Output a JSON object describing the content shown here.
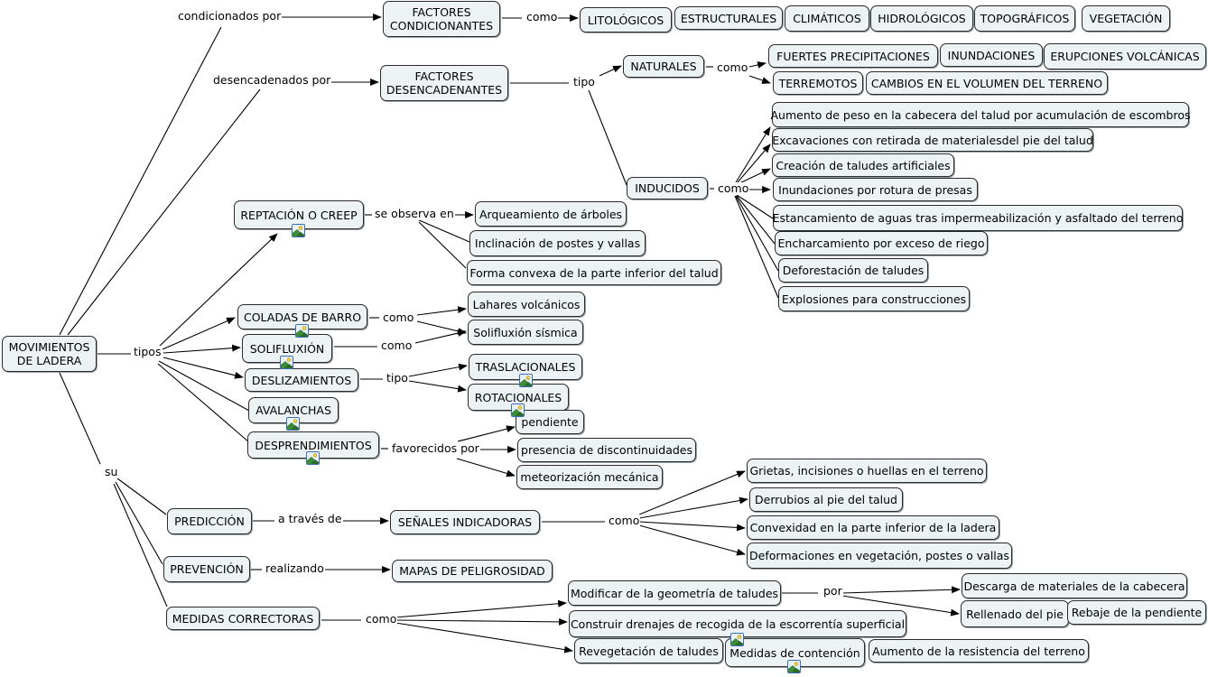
{
  "map": {
    "root": "MOVIMIENTOS DE LADERA",
    "nodes": {
      "root": "MOVIMIENTOS DE LADERA",
      "fc": "FACTORES CONDICIONANTES",
      "fd": "FACTORES DESENCADENANTES",
      "lito": "LITOLÓGICOS",
      "estr": "ESTRUCTURALES",
      "clim": "CLIMÁTICOS",
      "hidr": "HIDROLÓGICOS",
      "topo": "TOPOGRÁFICOS",
      "vege": "VEGETACIÓN",
      "nat": "NATURALES",
      "ind": "INDUCIDOS",
      "n1": "FUERTES PRECIPITACIONES",
      "n2": "INUNDACIONES",
      "n3": "ERUPCIONES VOLCÁNICAS",
      "n4": "TERREMOTOS",
      "n5": "CAMBIOS EN EL VOLUMEN DEL TERRENO",
      "i1": "Aumento de peso en la cabecera del talud por acumulación de escombros",
      "i2": "Excavaciones con retirada de materialesdel pie del talud",
      "i3": "Creación de taludes artificiales",
      "i4": "Inundaciones por rotura de presas",
      "i5": "Estancamiento de aguas tras impermeabilización y asfaltado del terreno",
      "i6": "Encharcamiento por exceso de riego",
      "i7": "Deforestación de taludes",
      "i8": "Explosiones para construcciones",
      "rep": "REPTACIÓN O CREEP",
      "r1": "Arqueamiento de árboles",
      "r2": "Inclinación de postes y vallas",
      "r3": "Forma convexa de la parte inferior del talud",
      "col": "COLADAS DE BARRO",
      "sol": "SOLIFLUXIÓN",
      "des": "DESLIZAMIENTOS",
      "ava": "AVALANCHAS",
      "dpr": "DESPRENDIMIENTOS",
      "lah": "Lahares volcánicos",
      "sols": "Solifluxión sísmica",
      "tras": "TRASLACIONALES",
      "rot": "ROTACIONALES",
      "pend": "pendiente",
      "disc": "presencia de discontinuidades",
      "meteo": "meteorización mecánica",
      "pred": "PREDICCIÓN",
      "prev": "PREVENCIÓN",
      "med": "MEDIDAS CORRECTORAS",
      "sen": "SEÑALES INDICADORAS",
      "mapas": "MAPAS DE PELIGROSIDAD",
      "s1": "Grietas, incisiones o huellas en el terreno",
      "s2": "Derrubios al pie del talud",
      "s3": "Convexidad en la parte inferior de la ladera",
      "s4": "Deformaciones en vegetación, postes o vallas",
      "m1": "Modificar de la geometría de taludes",
      "m2": "Construir drenajes de recogida de la escorrentía superficial",
      "m3": "Revegetación de taludes",
      "m4": "Medidas de contención",
      "m5": "Aumento de la resistencia del terreno",
      "g1": "Descarga de materiales de la cabecera",
      "g2": "Rellenado del pie",
      "g3": "Rebaje de la pendiente"
    },
    "links": {
      "cond": "condicionados por",
      "desenc": "desencadenados por",
      "como_fc": "como",
      "tipo_fd": "tipo",
      "como_nat": "como",
      "como_ind": "como",
      "tipos": "tipos",
      "se_obs": "se observa en",
      "como_col": "como",
      "como_sol": "como",
      "tipo_des": "tipo",
      "fav": "favorecidos por",
      "su": "su",
      "traves": "a través de",
      "como_sen": "como",
      "realizando": "realizando",
      "como_med": "como",
      "por": "por"
    },
    "icons": {
      "image_attachment": "image-resource-icon"
    },
    "colors": {
      "node_fill": "#edf3f5",
      "node_border": "#2b2b2b",
      "line": "#000000",
      "icon_border": "#3a6fb8"
    }
  }
}
